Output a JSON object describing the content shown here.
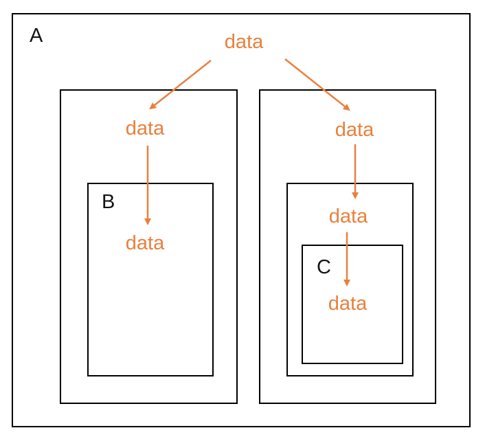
{
  "colors": {
    "accent_orange": "#E8803D",
    "box_border_black": "#000000",
    "box_label_black": "#141414",
    "background": "#FFFFFF"
  },
  "diagram": {
    "outer_box_label": "A",
    "root_data_label": "data",
    "left_branch": {
      "level1_data_label": "data",
      "inner_box_label": "B",
      "level2_data_label": "data"
    },
    "right_branch": {
      "level1_data_label": "data",
      "level2_data_label": "data",
      "inner_box_label": "C",
      "level3_data_label": "data"
    }
  }
}
